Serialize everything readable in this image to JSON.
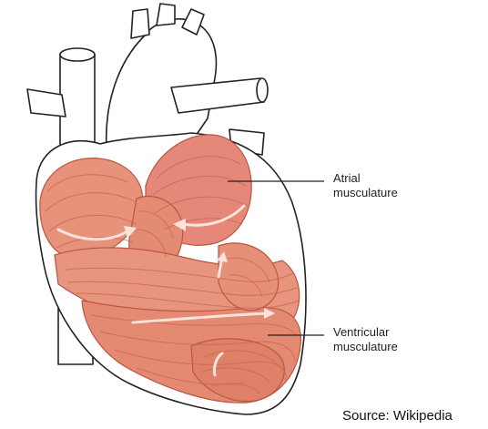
{
  "labels": {
    "atrial": {
      "line1": "Atrial",
      "line2": "musculature"
    },
    "ventricular": {
      "line1": "Ventricular",
      "line2": "musculature"
    }
  },
  "source": "Source: Wikipedia",
  "colors": {
    "muscle_fill": "#e7927b",
    "muscle_fiber": "#c8624b",
    "muscle_highlight": "#f6c2b0",
    "outline": "#222222",
    "arrow": "#fbe3da"
  }
}
